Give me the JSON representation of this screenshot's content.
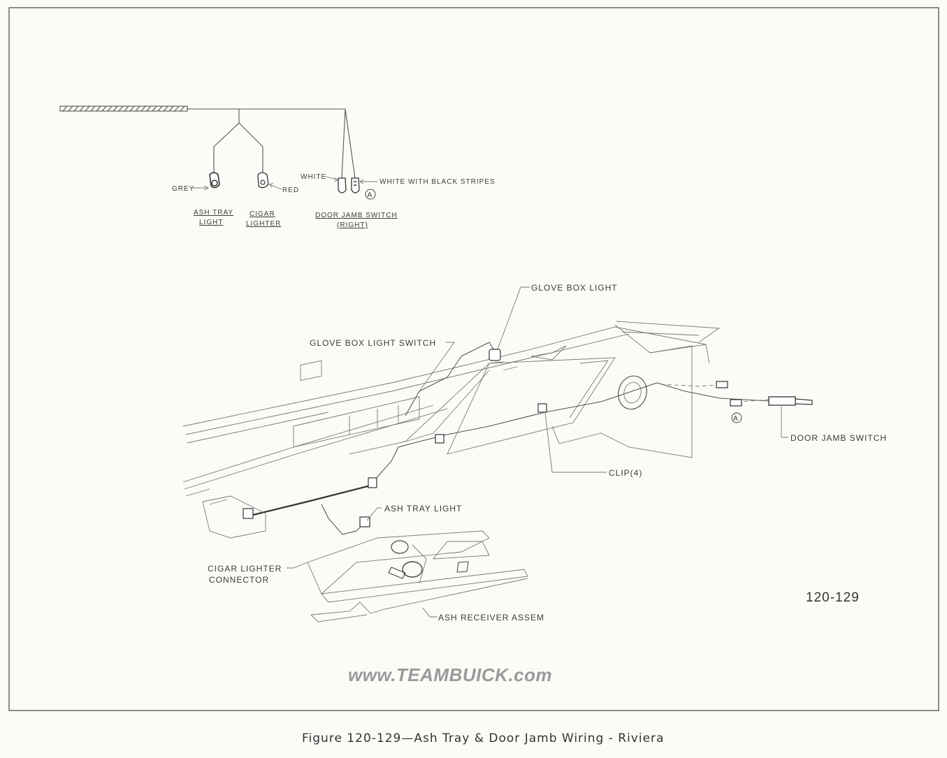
{
  "schematic": {
    "grey": "GREY",
    "red": "RED",
    "white": "WHITE",
    "white_black": "WHITE  WITH  BLACK  STRIPES",
    "marker_a": "A",
    "ash_tray_light": [
      "ASH TRAY",
      "LIGHT"
    ],
    "cigar_lighter": [
      "CIGAR",
      "LIGHTER"
    ],
    "door_jamb_switch": [
      "DOOR JAMB SWITCH",
      "(RIGHT)"
    ]
  },
  "callouts": {
    "glove_box_light": "GLOVE  BOX  LIGHT",
    "glove_box_light_switch": "GLOVE BOX  LIGHT  SWITCH",
    "door_jamb_switch": "DOOR JAMB  SWITCH",
    "marker_a": "A",
    "clip": "CLIP(4)",
    "ash_tray_light": "ASH TRAY  LIGHT",
    "cigar_lighter_connector": [
      "CIGAR LIGHTER",
      "CONNECTOR"
    ],
    "ash_receiver": "ASH RECEIVER  ASSEM"
  },
  "figure_id": "120-129",
  "watermark": "www.TEAMBUICK.com",
  "caption": "Figure 120-129—Ash Tray & Door Jamb Wiring - Riviera"
}
